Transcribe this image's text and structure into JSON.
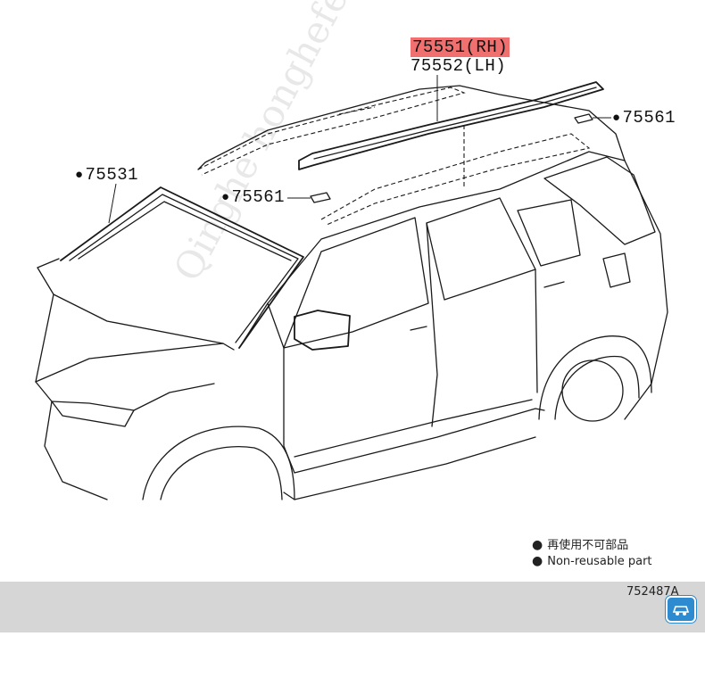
{
  "callouts": {
    "rail_rh": "75551(RH)",
    "rail_lh": "75552(LH)",
    "clip_rear": "75561",
    "clip_front": "75561",
    "windshield_molding": "75531"
  },
  "legend": {
    "line_cn": "再使用不可部品",
    "line_en": "Non-reusable part"
  },
  "footer": {
    "ref_code": "752487A"
  },
  "watermark_text": "Qinghe honghefeng",
  "colors": {
    "highlight": "#f07070",
    "band": "#d6d6d6",
    "badge": "#2f8bd0"
  }
}
